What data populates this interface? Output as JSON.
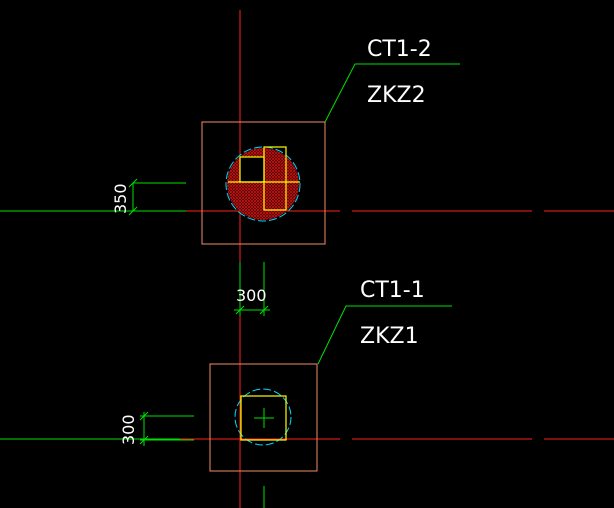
{
  "colors": {
    "background": "#000000",
    "axis": "#ff2020",
    "leader": "#00e000",
    "dimension": "#00e000",
    "cap": "#f08c64",
    "pile": "#00d8ff",
    "column": "#ffff00",
    "hatch": "#c01010",
    "text": "#ffffff"
  },
  "callouts": {
    "top": {
      "cap_label": "CT1-2",
      "column_label": "ZKZ2"
    },
    "bottom": {
      "cap_label": "CT1-1",
      "column_label": "ZKZ1"
    }
  },
  "dimensions": {
    "top_offset": "350",
    "middle_offset": "300",
    "bottom_offset": "300"
  }
}
